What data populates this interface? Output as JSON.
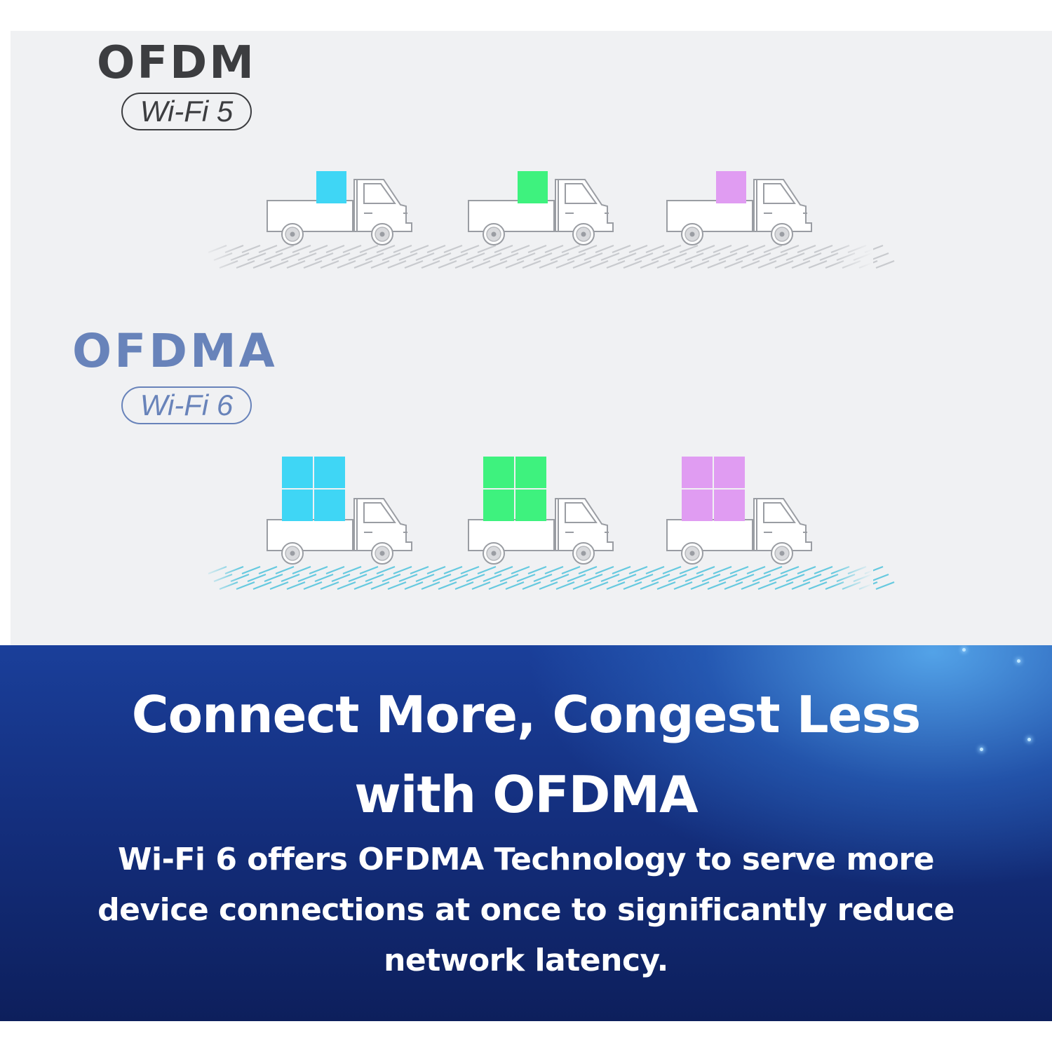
{
  "diagram": {
    "ofdm": {
      "title": "OFDM",
      "badge": "Wi-Fi 5",
      "text_color": "#3c3d40",
      "road_color": "#c4c6ca",
      "boxes_per_truck": 1
    },
    "ofdma": {
      "title": "OFDMA",
      "badge": "Wi-Fi 6",
      "text_color": "#6883ba",
      "road_color": "#4fc3dc",
      "boxes_per_truck": 4
    },
    "cargo_colors": [
      "#3fd6f5",
      "#3ef27e",
      "#e09cf2"
    ],
    "background": "#f0f1f3"
  },
  "banner": {
    "headline_line1": "Connect More, Congest Less",
    "headline_line2": "with OFDMA",
    "desc_line1": "Wi-Fi 6 offers OFDMA Technology to serve more",
    "desc_line2": "device connections at once to significantly reduce",
    "desc_line3": "network latency."
  }
}
